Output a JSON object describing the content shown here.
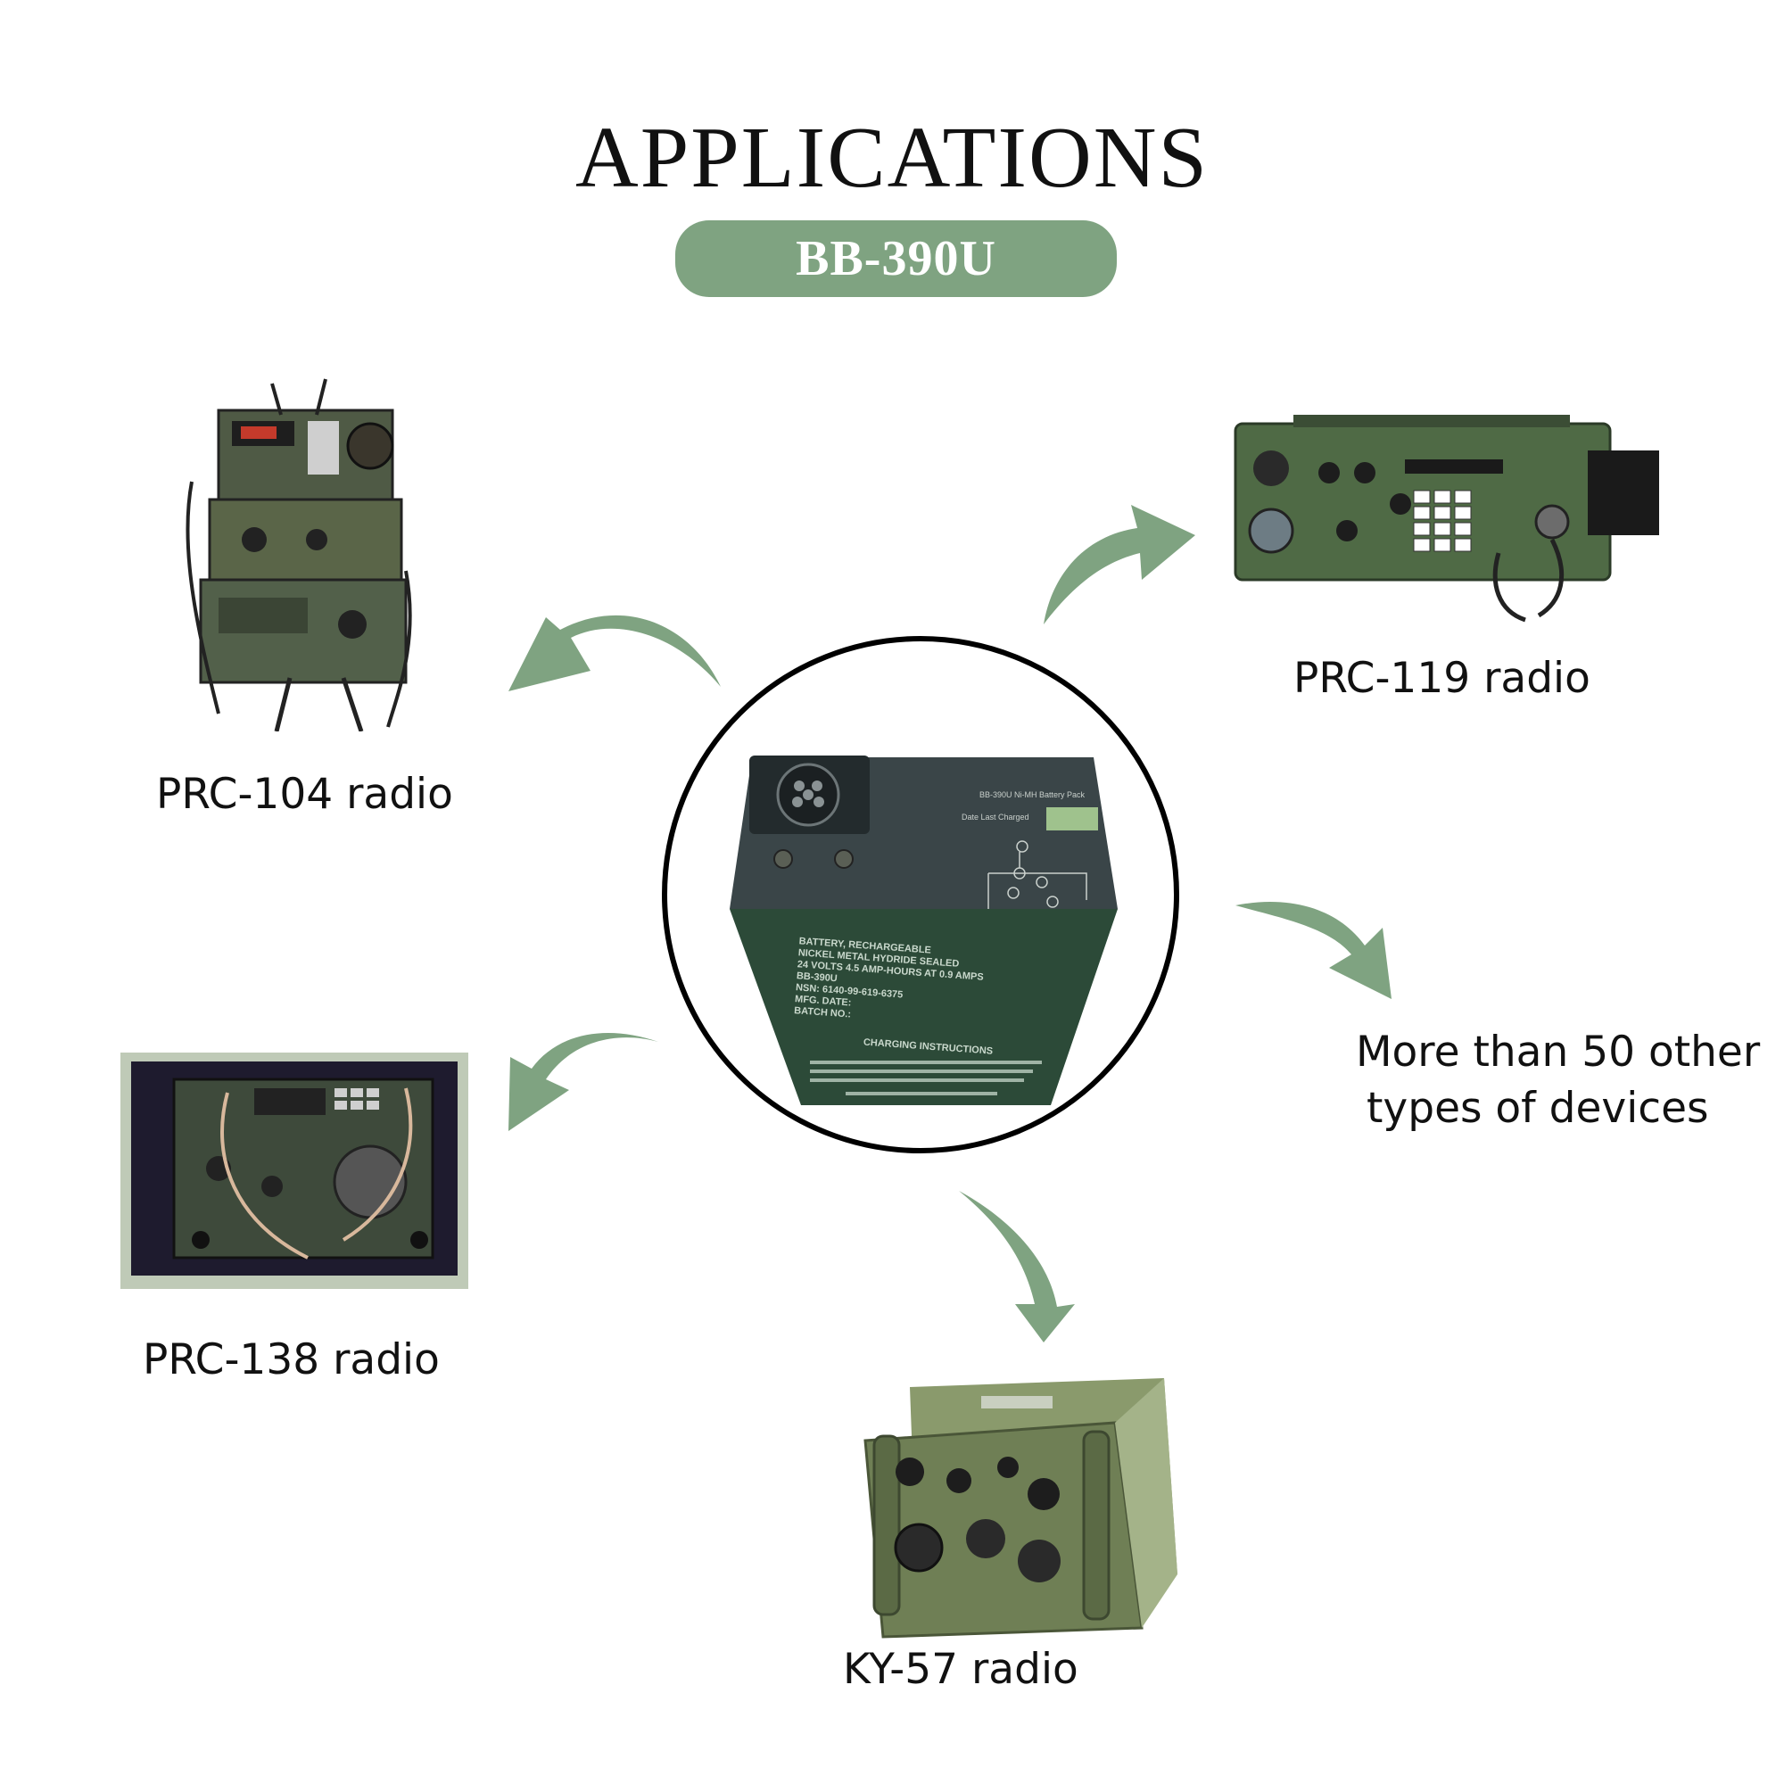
{
  "header": {
    "title": "APPLICATIONS",
    "model": "BB-390U"
  },
  "center_battery": {
    "label_top": "BB-390U Ni-MH Battery Pack",
    "date_label": "Date Last Charged",
    "front_text": [
      "BATTERY, RECHARGEABLE",
      "NICKEL METAL HYDRIDE SEALED",
      "24 VOLTS 4.5 AMP-HOURS AT 0.9 AMPS",
      "BB-390U",
      "NSN: 6140-99-619-6375",
      "MFG. DATE:",
      "BATCH NO.:"
    ],
    "charging_title": "CHARGING INSTRUCTIONS"
  },
  "devices": [
    {
      "label": "PRC-104 radio"
    },
    {
      "label": "PRC-119 radio"
    },
    {
      "label_lines": [
        "More than 50 other",
        "types of devices"
      ]
    },
    {
      "label": "PRC-138 radio"
    },
    {
      "label": "KY-57 radio"
    }
  ],
  "colors": {
    "accent": "#7fa381",
    "arrow": "#7fa381",
    "battery_body": "#2c4a38",
    "radio_green": "#4f6a45"
  }
}
